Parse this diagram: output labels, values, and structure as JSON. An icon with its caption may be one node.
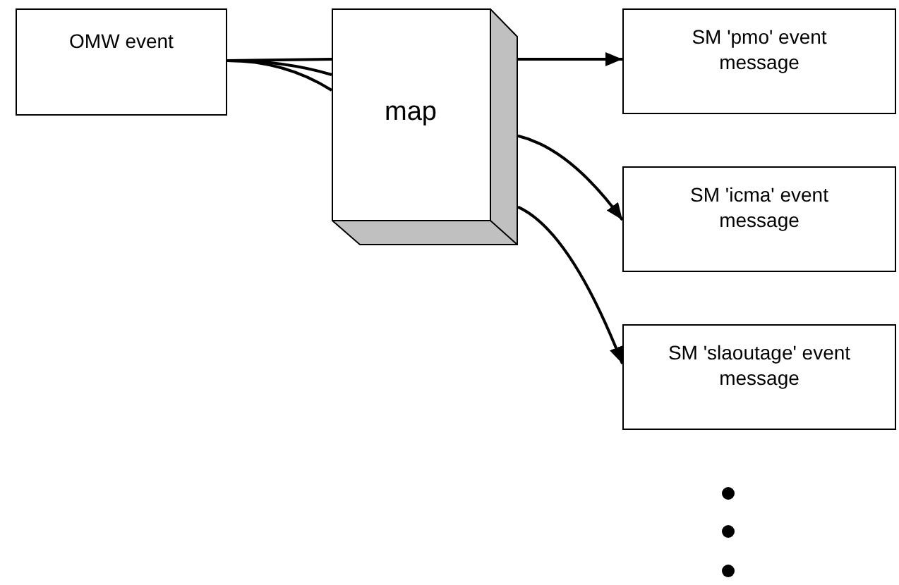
{
  "diagram": {
    "nodes": [
      {
        "text": [
          "OMW event"
        ]
      },
      {
        "text": [
          "map"
        ]
      },
      {
        "text": [
          "SM 'pmo' event message"
        ]
      },
      {
        "text": [
          "SM 'icma' event message"
        ]
      },
      {
        "text": [
          "SM 'slaoutage' event message"
        ]
      }
    ],
    "edges": [
      {
        "from": 0,
        "to": 1,
        "arrow": "none"
      },
      {
        "from": 0,
        "to": 1,
        "arrow": "none"
      },
      {
        "from": 0,
        "to": 1,
        "arrow": "none"
      },
      {
        "from": 1,
        "to": 2,
        "arrow": "to"
      },
      {
        "from": 1,
        "to": 3,
        "arrow": "to"
      },
      {
        "from": 1,
        "to": 4,
        "arrow": "to"
      }
    ]
  }
}
